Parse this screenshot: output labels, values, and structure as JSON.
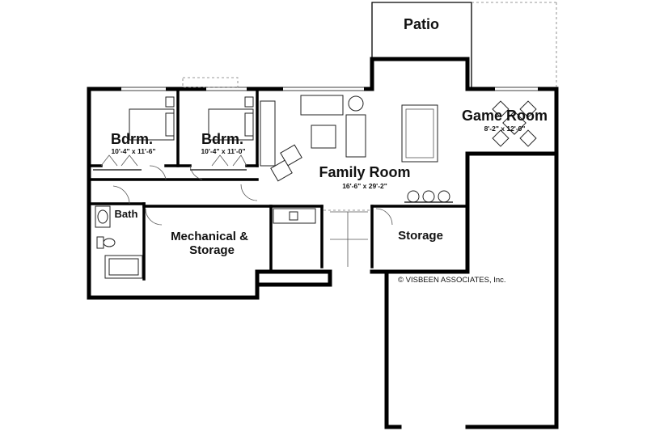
{
  "rooms": {
    "patio": {
      "name": "Patio"
    },
    "bedroom1": {
      "name": "Bdrm.",
      "dims": "10'-4\" x 11'-6\""
    },
    "bedroom2": {
      "name": "Bdrm.",
      "dims": "10'-4\" x 11'-0\""
    },
    "family_room": {
      "name": "Family Room",
      "dims": "16'-6\" x 29'-2\""
    },
    "game_room": {
      "name": "Game Room",
      "dims": "8'-2\" x 12'-0\""
    },
    "bath": {
      "name": "Bath"
    },
    "mechanical": {
      "line1": "Mechanical &",
      "line2": "Storage"
    },
    "storage": {
      "name": "Storage"
    }
  },
  "copyright": "© VISBEEN ASSOCIATES, Inc."
}
